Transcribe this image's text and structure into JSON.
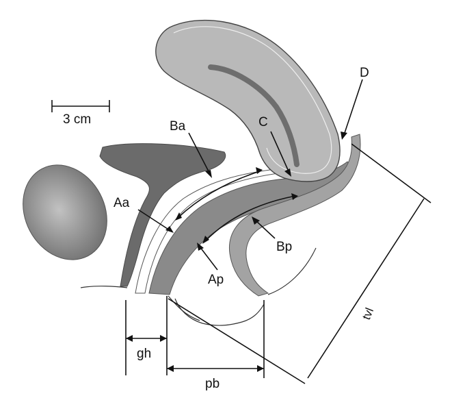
{
  "scale_bar": {
    "label": "3 cm"
  },
  "points": {
    "Aa": "Aa",
    "Ap": "Ap",
    "Ba": "Ba",
    "Bp": "Bp",
    "C": "C",
    "D": "D"
  },
  "measurements": {
    "gh": "gh",
    "pb": "pb",
    "tvl": "tvl"
  },
  "colors": {
    "uterus_fill": "#b9b9b9",
    "uterus_core": "#6e6e6e",
    "bladder": "#6b6b6b",
    "vagina": "#8a8a8a",
    "rectum": "#a3a3a3",
    "bone": "#9a9a9a"
  }
}
